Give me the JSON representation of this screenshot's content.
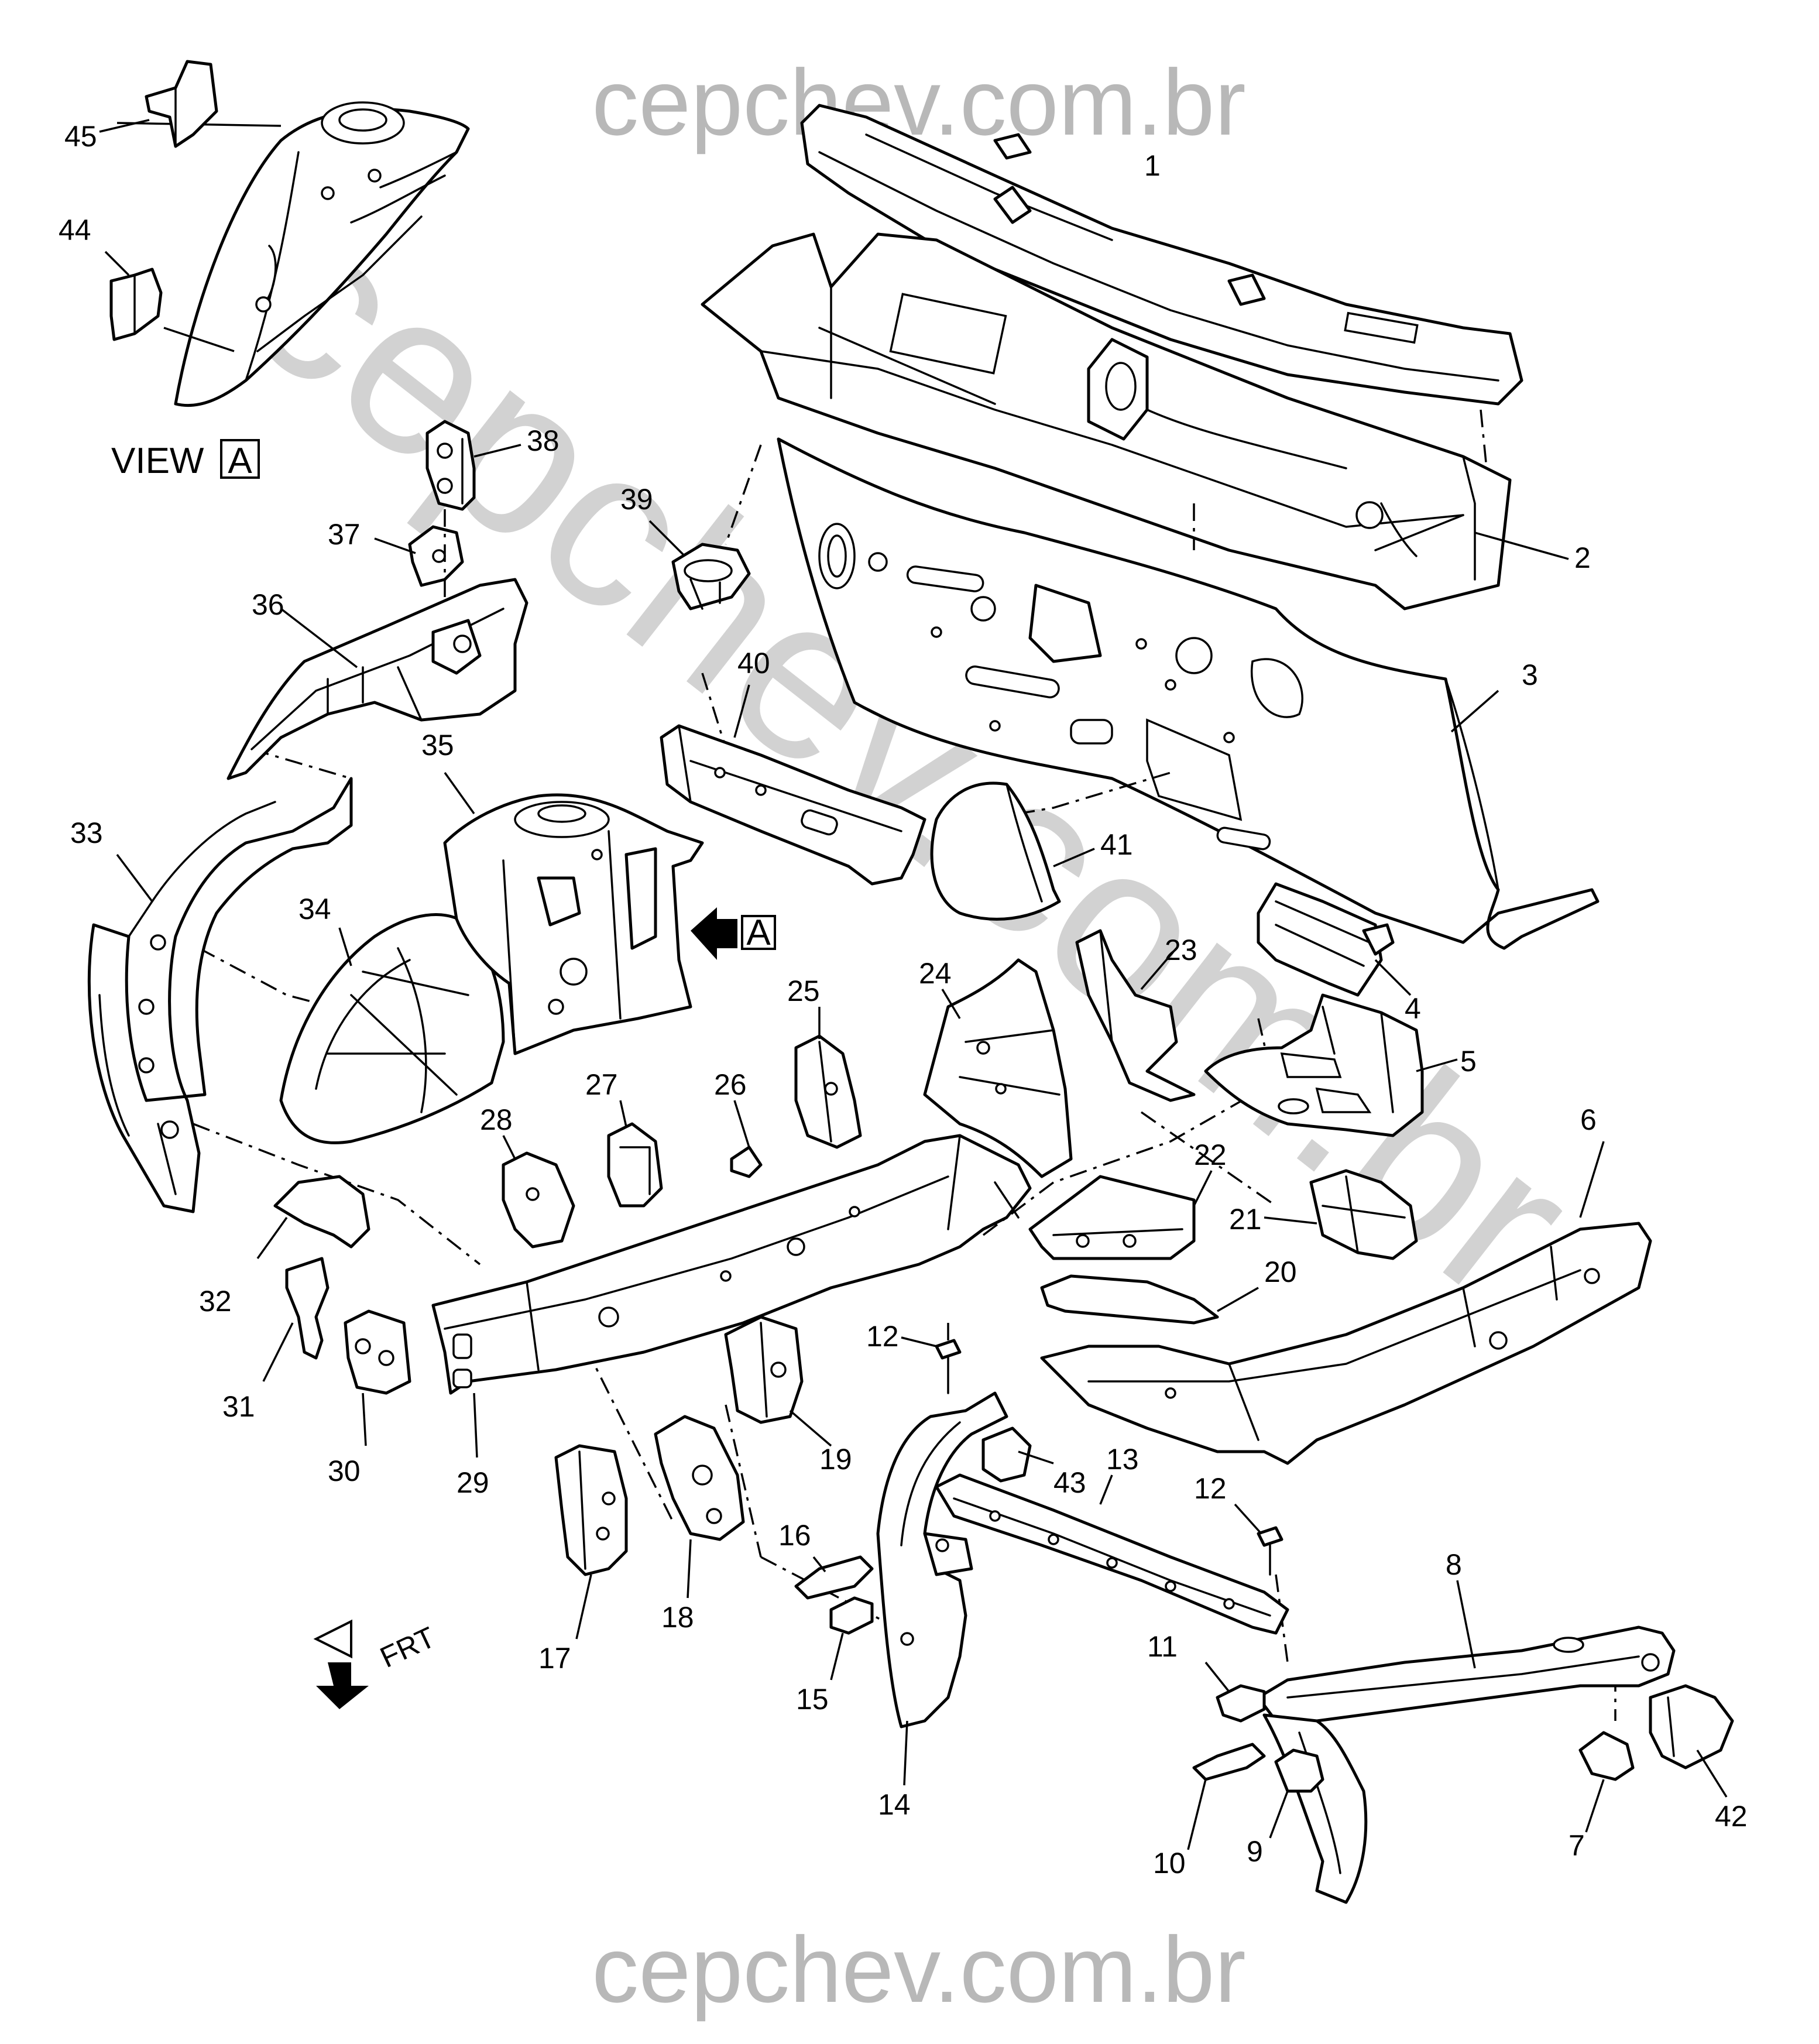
{
  "watermarks": {
    "top": "cepchev.com.br",
    "bottom": "cepchev.com.br",
    "diagonal": "cepchev.com.br"
  },
  "view_label": {
    "text": "VIEW",
    "box": "A"
  },
  "view_arrow_box": "A",
  "front_arrow_text": "FRT",
  "callouts": [
    "1",
    "2",
    "3",
    "4",
    "5",
    "6",
    "7",
    "8",
    "9",
    "10",
    "11",
    "12",
    "12",
    "13",
    "14",
    "15",
    "16",
    "17",
    "18",
    "19",
    "20",
    "21",
    "22",
    "23",
    "24",
    "25",
    "26",
    "27",
    "28",
    "29",
    "30",
    "31",
    "32",
    "33",
    "34",
    "35",
    "36",
    "37",
    "38",
    "39",
    "40",
    "41",
    "42",
    "43",
    "44",
    "45"
  ]
}
